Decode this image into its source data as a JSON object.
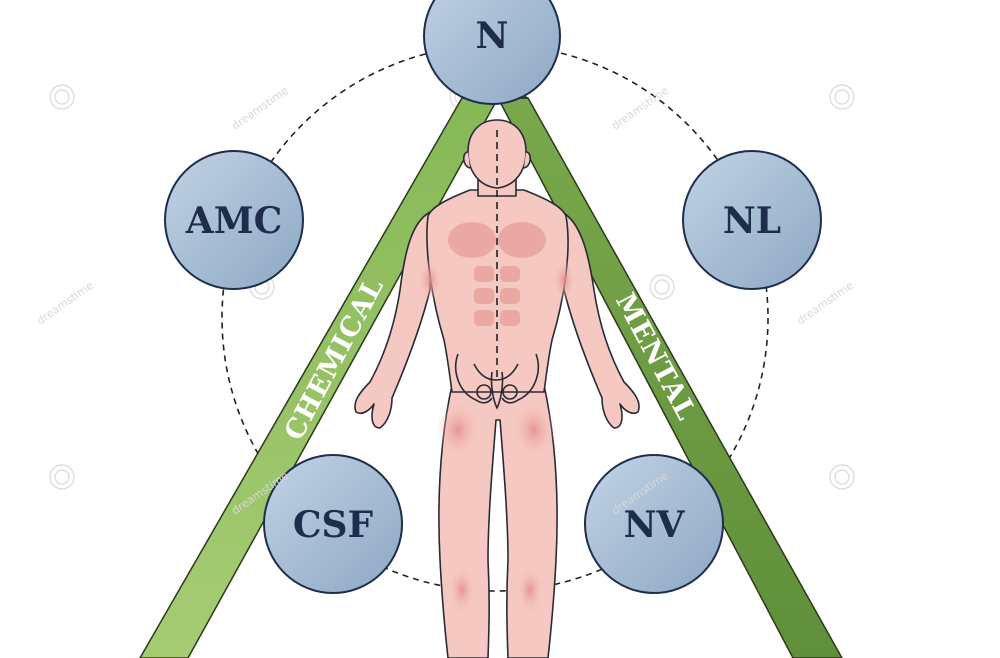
{
  "diagram": {
    "nodes": {
      "n": "N",
      "amc": "AMC",
      "nl": "NL",
      "csf": "CSF",
      "nv": "NV"
    },
    "sides": {
      "left": "CHEMICAL",
      "right": "MENTAL"
    },
    "watermark": "dreamstime",
    "colors": {
      "triangle_left": "#8fbf5a",
      "triangle_right": "#6f9f45",
      "node_fill": "#a9bfd6",
      "node_stroke": "#1f2d4d",
      "body_fill": "#f5c9c2",
      "muscle": "#e9a3a0",
      "outline": "#2a2a35"
    }
  }
}
